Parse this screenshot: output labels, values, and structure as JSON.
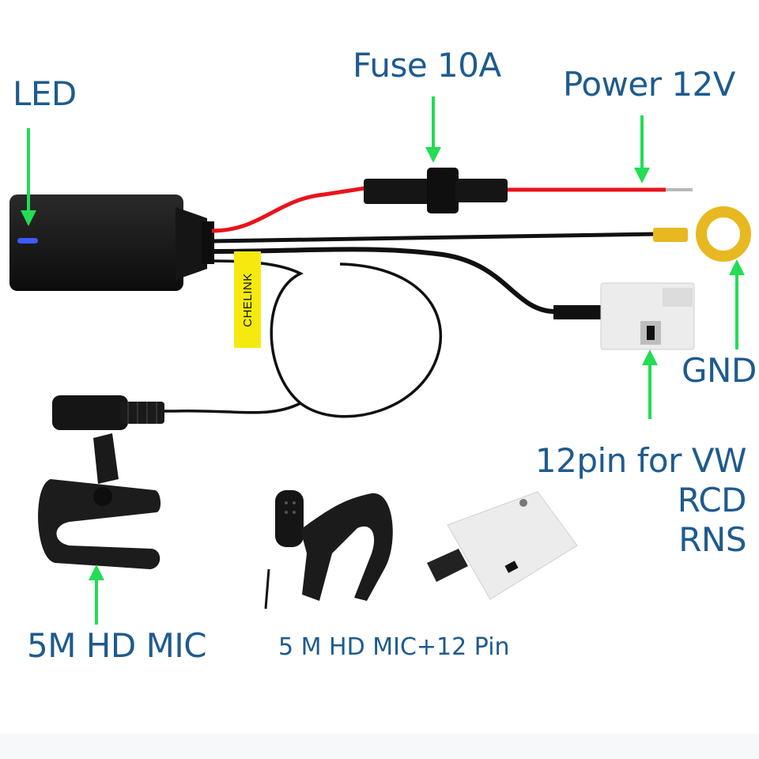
{
  "labels": {
    "led": "LED",
    "fuse": "Fuse 10A",
    "power": "Power 12V",
    "gnd": "GND",
    "pin_line1": "12pin for VW",
    "pin_line2": "RCD",
    "pin_line3": "RNS",
    "mic": "5M HD MIC",
    "bundle": "5 M HD MIC+12 Pin",
    "brand_tag": "CHELINK"
  },
  "colors": {
    "label_text": "#1e5b8e",
    "arrow": "#22dd55",
    "cable": "#111111",
    "red_wire": "#e8141c",
    "led": "#3b5bff",
    "tag": "#f5ea10",
    "ring_terminal": "#e8b820",
    "connector": "#ececec"
  }
}
